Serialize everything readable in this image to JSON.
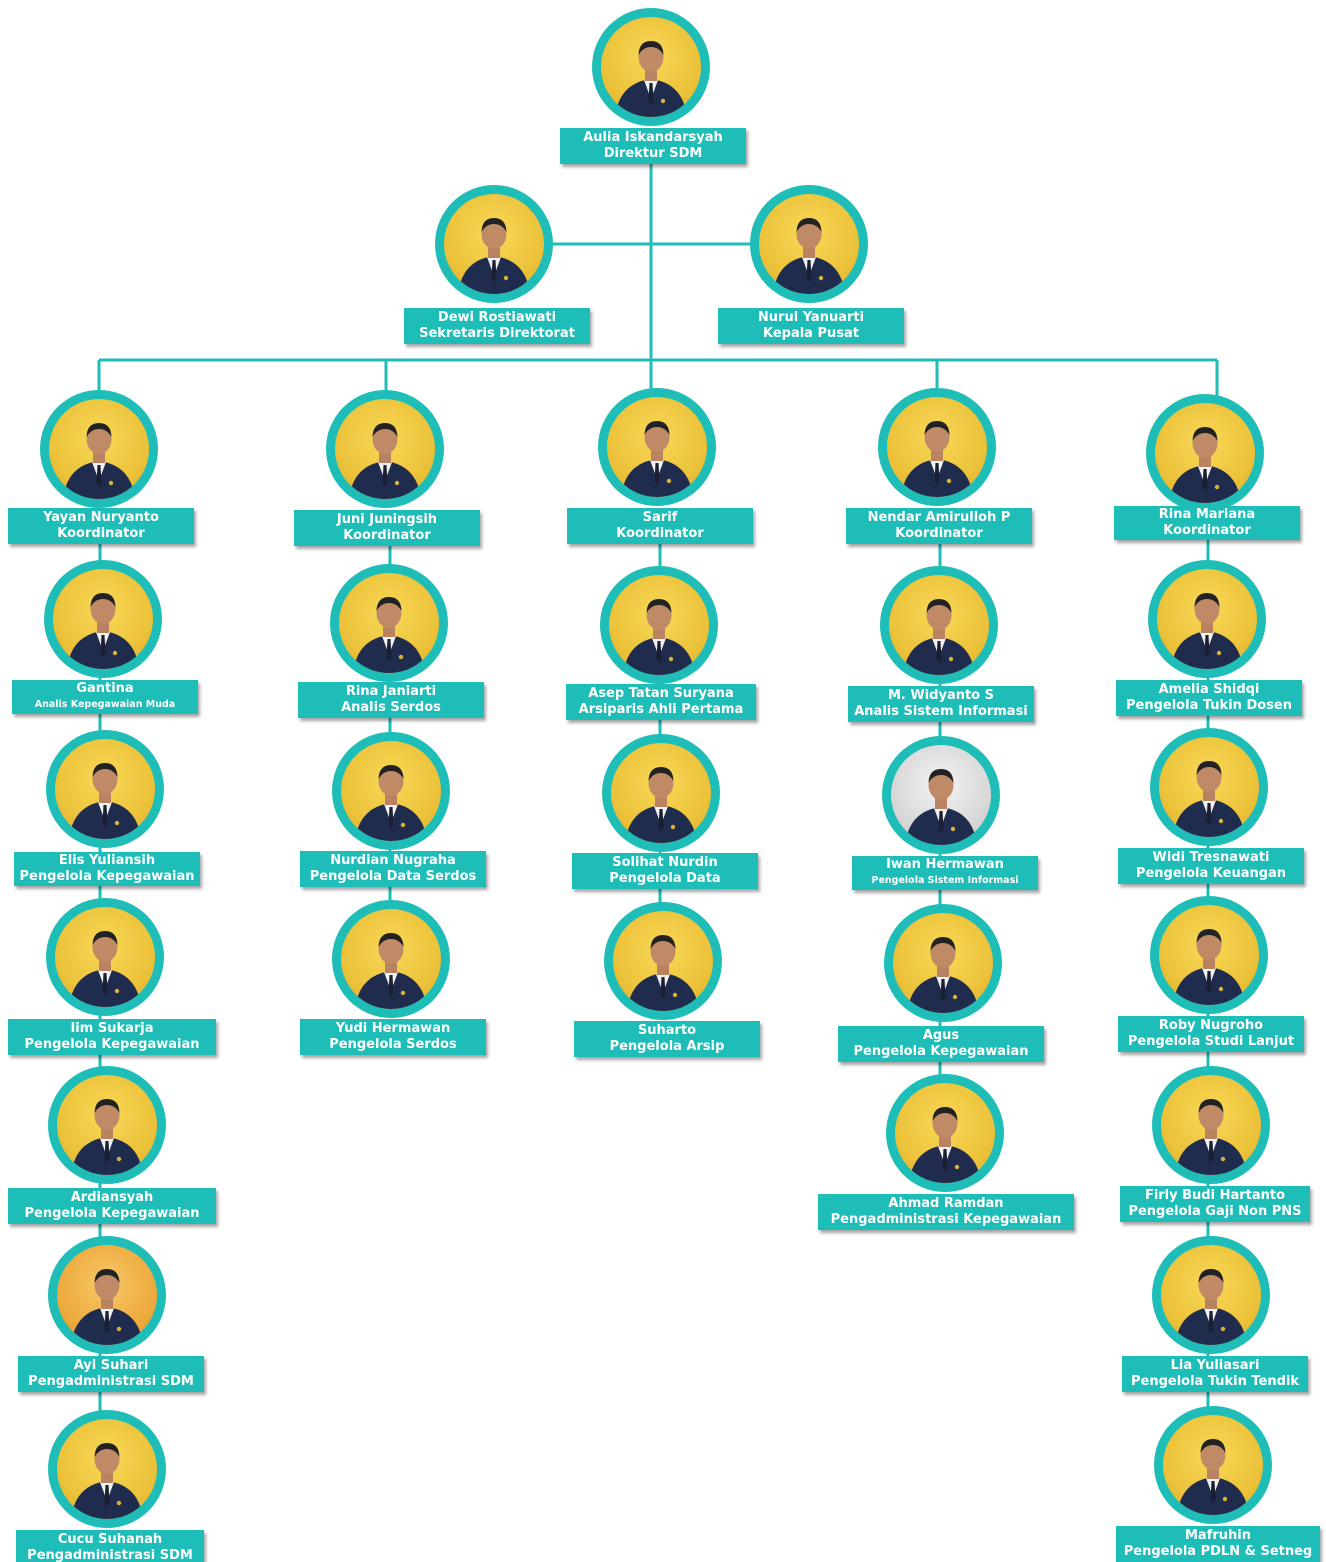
{
  "colors": {
    "accent": "#1fbdb8",
    "label_text": "#ffffff",
    "photo_bg": "#ecc23a"
  },
  "people": {
    "aulia": {
      "name": "Aulia Iskandarsyah",
      "role": "Direktur SDM"
    },
    "dewi": {
      "name": "Dewi Rostiawati",
      "role": "Sekretaris Direktorat"
    },
    "nurul": {
      "name": "Nurul Yanuarti",
      "role": "Kepala Pusat"
    },
    "yayan": {
      "name": "Yayan Nuryanto",
      "role": "Koordinator"
    },
    "gantina": {
      "name": "Gantina",
      "role": "Analis Kepegawaian Muda"
    },
    "elis": {
      "name": "Elis Yuliansih",
      "role": "Pengelola Kepegawaian"
    },
    "iim": {
      "name": "Iim Sukarja",
      "role": "Pengelola Kepegawaian"
    },
    "ardi": {
      "name": "Ardiansyah",
      "role": "Pengelola Kepegawaian"
    },
    "ayi": {
      "name": "Ayi Suhari",
      "role": "Pengadministrasi SDM"
    },
    "cucu": {
      "name": "Cucu Suhanah",
      "role": "Pengadministrasi SDM"
    },
    "juni": {
      "name": "Juni Juningsih",
      "role": "Koordinator"
    },
    "rinaj": {
      "name": "Rina Janiarti",
      "role": "Analis Serdos"
    },
    "nurdian": {
      "name": "Nurdian Nugraha",
      "role": "Pengelola Data Serdos"
    },
    "yudi": {
      "name": "Yudi Hermawan",
      "role": "Pengelola Serdos"
    },
    "sarif": {
      "name": "Sarif",
      "role": "Koordinator"
    },
    "asep": {
      "name": "Asep Tatan Suryana",
      "role": "Arsiparis Ahli Pertama"
    },
    "solihat": {
      "name": "Solihat Nurdin",
      "role": "Pengelola Data"
    },
    "suharto": {
      "name": "Suharto",
      "role": "Pengelola Arsip"
    },
    "nendar": {
      "name": "Nendar Amirulloh P",
      "role": "Koordinator"
    },
    "widyanto": {
      "name": "M. Widyanto S",
      "role": "Analis Sistem Informasi"
    },
    "iwan": {
      "name": "Iwan Hermawan",
      "role": "Pengelola Sistem Informasi"
    },
    "agus": {
      "name": "Agus",
      "role": "Pengelola Kepegawaian"
    },
    "ahmad": {
      "name": "Ahmad Ramdan",
      "role": "Pengadministrasi Kepegawaian"
    },
    "rinam": {
      "name": "Rina Mariana",
      "role": "Koordinator"
    },
    "amelia": {
      "name": "Amelia Shidqi",
      "role": "Pengelola Tukin Dosen"
    },
    "widi": {
      "name": "Widi Tresnawati",
      "role": "Pengelola Keuangan"
    },
    "roby": {
      "name": "Roby Nugroho",
      "role": "Pengelola Studi Lanjut"
    },
    "firly": {
      "name": "Firly Budi Hartanto",
      "role": "Pengelola Gaji Non PNS"
    },
    "lia": {
      "name": "Lia Yuliasari",
      "role": "Pengelola Tukin Tendik"
    },
    "mafruhin": {
      "name": "Mafruhin",
      "role": "Pengelola PDLN & Setneg"
    }
  }
}
